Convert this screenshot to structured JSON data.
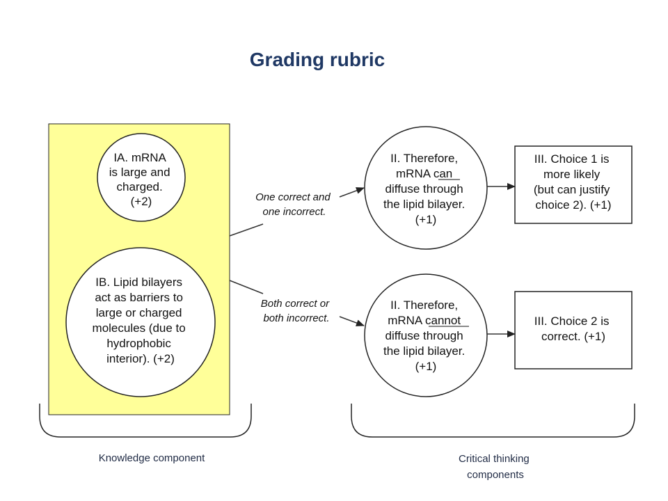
{
  "title": "Grading rubric",
  "nodes": {
    "ia": [
      "IA. mRNA",
      "is large and",
      "charged.",
      "(+2)"
    ],
    "ib": [
      "IB. Lipid bilayers",
      "act as barriers to",
      "large or charged",
      "molecules (due to",
      "hydrophobic",
      "interior). (+2)"
    ],
    "ii_can": [
      "II. Therefore,",
      "mRNA can",
      "diffuse through",
      "the lipid bilayer.",
      "(+1)"
    ],
    "ii_cannot": [
      "II. Therefore,",
      "mRNA cannot",
      "diffuse through",
      "the lipid bilayer.",
      "(+1)"
    ],
    "iii_choice1": [
      "III. Choice 1 is",
      "more likely",
      "(but can justify",
      "choice 2). (+1)"
    ],
    "iii_choice2": [
      "III. Choice 2 is",
      "correct. (+1)"
    ]
  },
  "edges": {
    "mixed": [
      "One correct and",
      "one incorrect."
    ],
    "same": [
      "Both correct or",
      "both incorrect."
    ]
  },
  "groups": {
    "knowledge": [
      "Knowledge component"
    ],
    "critical": [
      "Critical thinking",
      "components"
    ]
  },
  "colors": {
    "title": "#1f3864",
    "knowledge_panel": "#ffff99",
    "line": "#333333"
  }
}
